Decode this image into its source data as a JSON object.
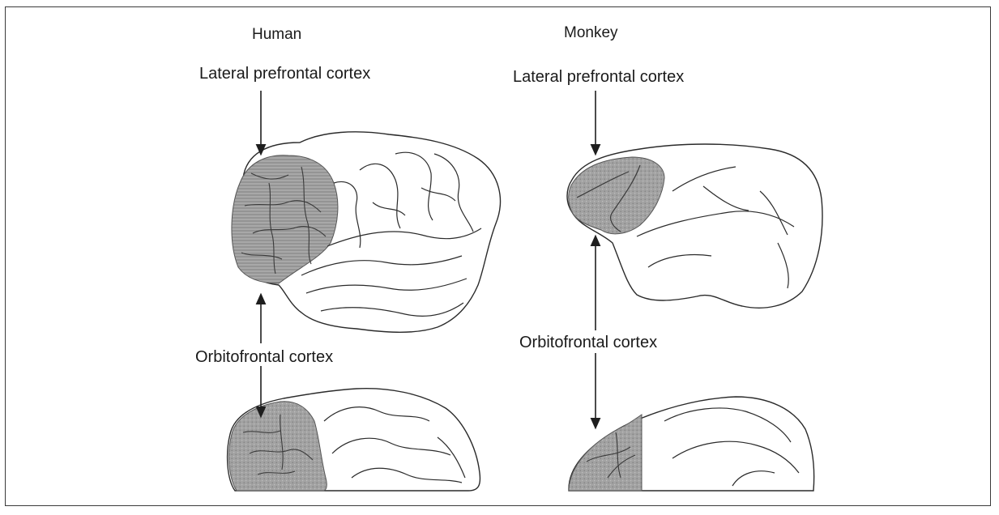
{
  "species": {
    "human": "Human",
    "monkey": "Monkey"
  },
  "labels": {
    "human_lateral": "Lateral prefrontal cortex",
    "human_orbito": "Orbitofrontal cortex",
    "monkey_lateral": "Lateral prefrontal cortex",
    "monkey_orbito": "Orbitofrontal cortex"
  },
  "colors": {
    "highlight": "#9a9a9a",
    "outline": "#2a2a2a",
    "border": "#3a3a3a"
  }
}
